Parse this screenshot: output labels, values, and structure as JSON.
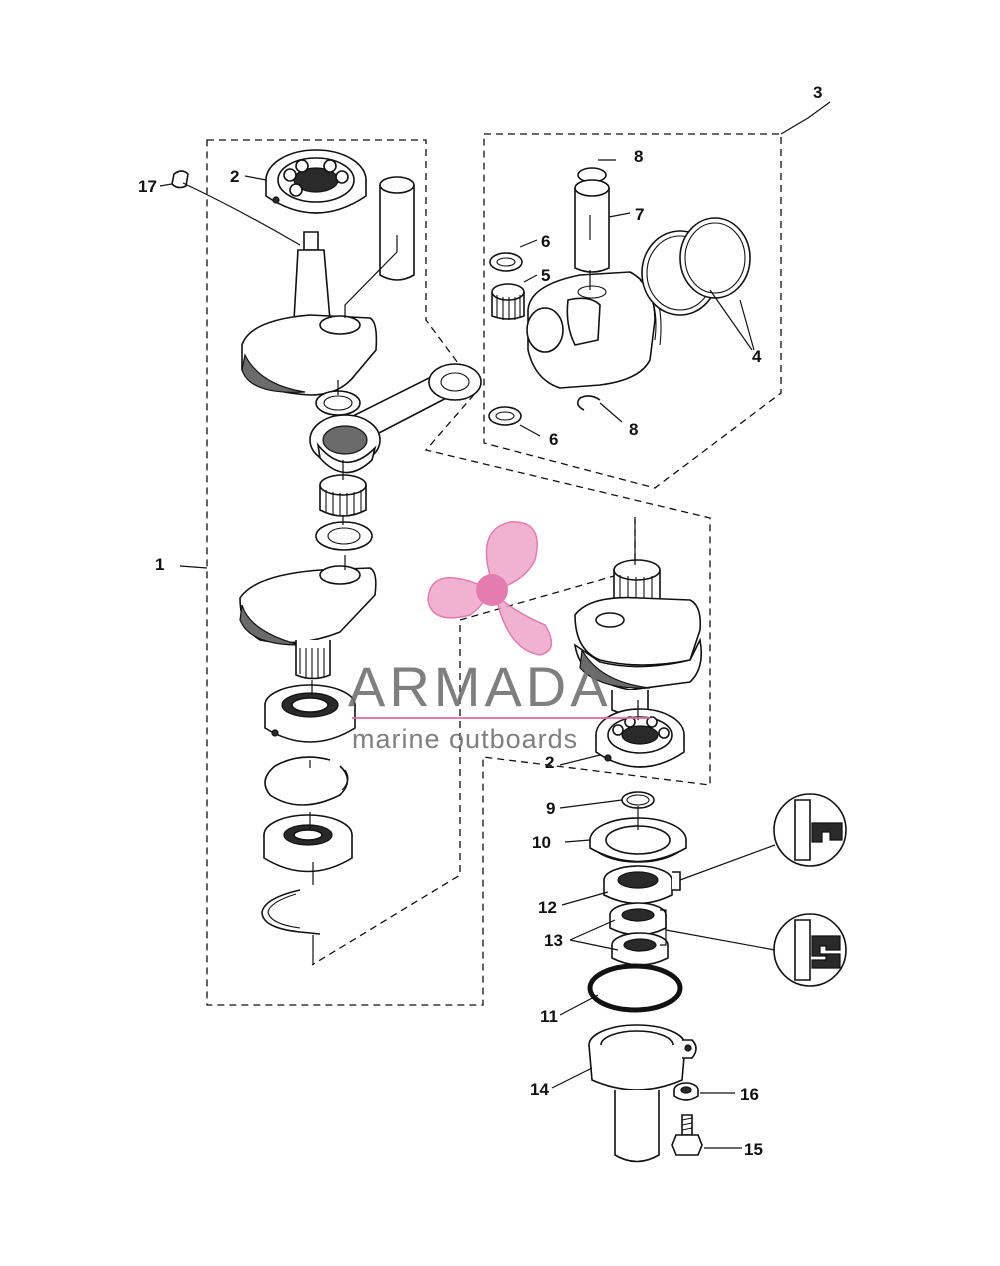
{
  "callouts": {
    "c1": "1",
    "c2a": "2",
    "c2b": "2",
    "c3": "3",
    "c4": "4",
    "c5": "5",
    "c6a": "6",
    "c6b": "6",
    "c7": "7",
    "c8a": "8",
    "c8b": "8",
    "c9": "9",
    "c10": "10",
    "c11": "11",
    "c12": "12",
    "c13": "13",
    "c14": "14",
    "c15": "15",
    "c16": "16",
    "c17": "17"
  },
  "watermark": {
    "brand": "ARMADA",
    "tagline": "marine outboards",
    "logo_icon": "propeller-icon",
    "colors": {
      "logo": "#f0a8cc",
      "hub": "#e26aa4",
      "text": "#6e6e6e",
      "rule": "#e26aa4"
    }
  }
}
